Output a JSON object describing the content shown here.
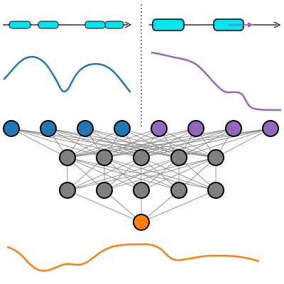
{
  "colors": {
    "background": "#ffffff",
    "track_line": "#000000",
    "feature_fill": "#00e5ee",
    "feature_stroke": "#000000",
    "left_signal": "#1f77b4",
    "right_signal": "#9467bd",
    "output_signal": "#ff7f0e",
    "divider": "#555555",
    "edge": "#8a8a8a",
    "node_stroke": "#000000",
    "input_left_fill": "#1f77b4",
    "input_right_fill": "#9467bd",
    "hidden_fill": "#808080",
    "output_fill": "#ff7f0e",
    "arrow_annotation": "#9467bd"
  },
  "network": {
    "layers": [
      {
        "name": "input",
        "nodes": 8,
        "left_group_count": 4
      },
      {
        "name": "hidden-1",
        "nodes": 5
      },
      {
        "name": "hidden-2",
        "nodes": 5
      },
      {
        "name": "output",
        "nodes": 1
      }
    ]
  },
  "tracks": {
    "left_features": 4,
    "right_features": 2
  },
  "icons": {
    "track_arrow": "arrowhead-right",
    "annotation_arrow": "purple-arrow-right"
  }
}
